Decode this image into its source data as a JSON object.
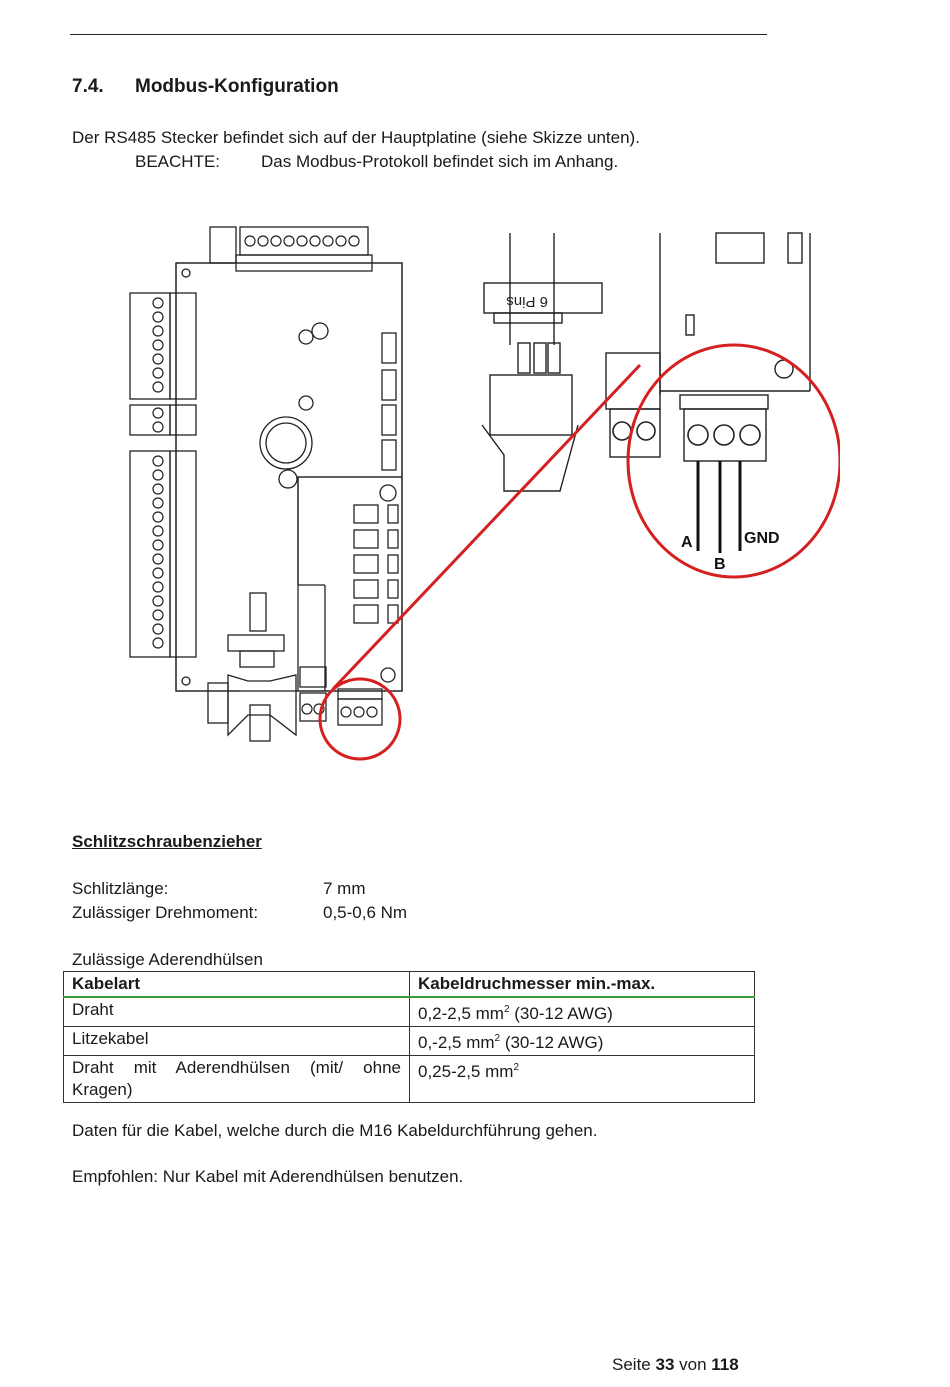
{
  "section": {
    "number": "7.4.",
    "title": "Modbus-Konfiguration"
  },
  "intro": {
    "line1": "Der RS485 Stecker befindet sich auf der Hauptplatine (siehe Skizze unten).",
    "note_label": "BEACHTE:",
    "note_text": "Das Modbus-Protokoll befindet sich im Anhang."
  },
  "diagram": {
    "pins_label": "6 Pins",
    "terminal_labels": {
      "a": "A",
      "b": "B",
      "gnd": "GND"
    },
    "highlight_color": "#d42020"
  },
  "screwdriver": {
    "heading": "Schlitzschraubenzieher",
    "rows": [
      {
        "key": "Schlitzlänge:",
        "value": "7 mm"
      },
      {
        "key": "Zulässiger Drehmoment:",
        "value": "0,5-0,6 Nm"
      }
    ]
  },
  "ferrules": {
    "caption": "Zulässige Aderendhülsen",
    "headers": [
      "Kabelart",
      "Kabeldruchmesser min.-max."
    ],
    "rows": [
      {
        "type": "Draht",
        "diameter": "0,2-2,5 mm",
        "sup": "2",
        "suffix": " (30-12 AWG)"
      },
      {
        "type": "Litzekabel",
        "diameter": "0,-2,5 mm",
        "sup": "2",
        "suffix": " (30-12 AWG)"
      },
      {
        "type": "Draht mit Aderendhülsen (mit/ ohne Kragen)",
        "diameter": "0,25-2,5 mm",
        "sup": "2",
        "suffix": ""
      }
    ]
  },
  "notes": {
    "cables": "Daten für die Kabel, welche durch die M16 Kabeldurchführung gehen.",
    "recommend": "Empfohlen: Nur Kabel mit Aderendhülsen benutzen."
  },
  "footer": {
    "prefix": "Seite ",
    "page": "33",
    "middle": " von ",
    "total": "118"
  }
}
